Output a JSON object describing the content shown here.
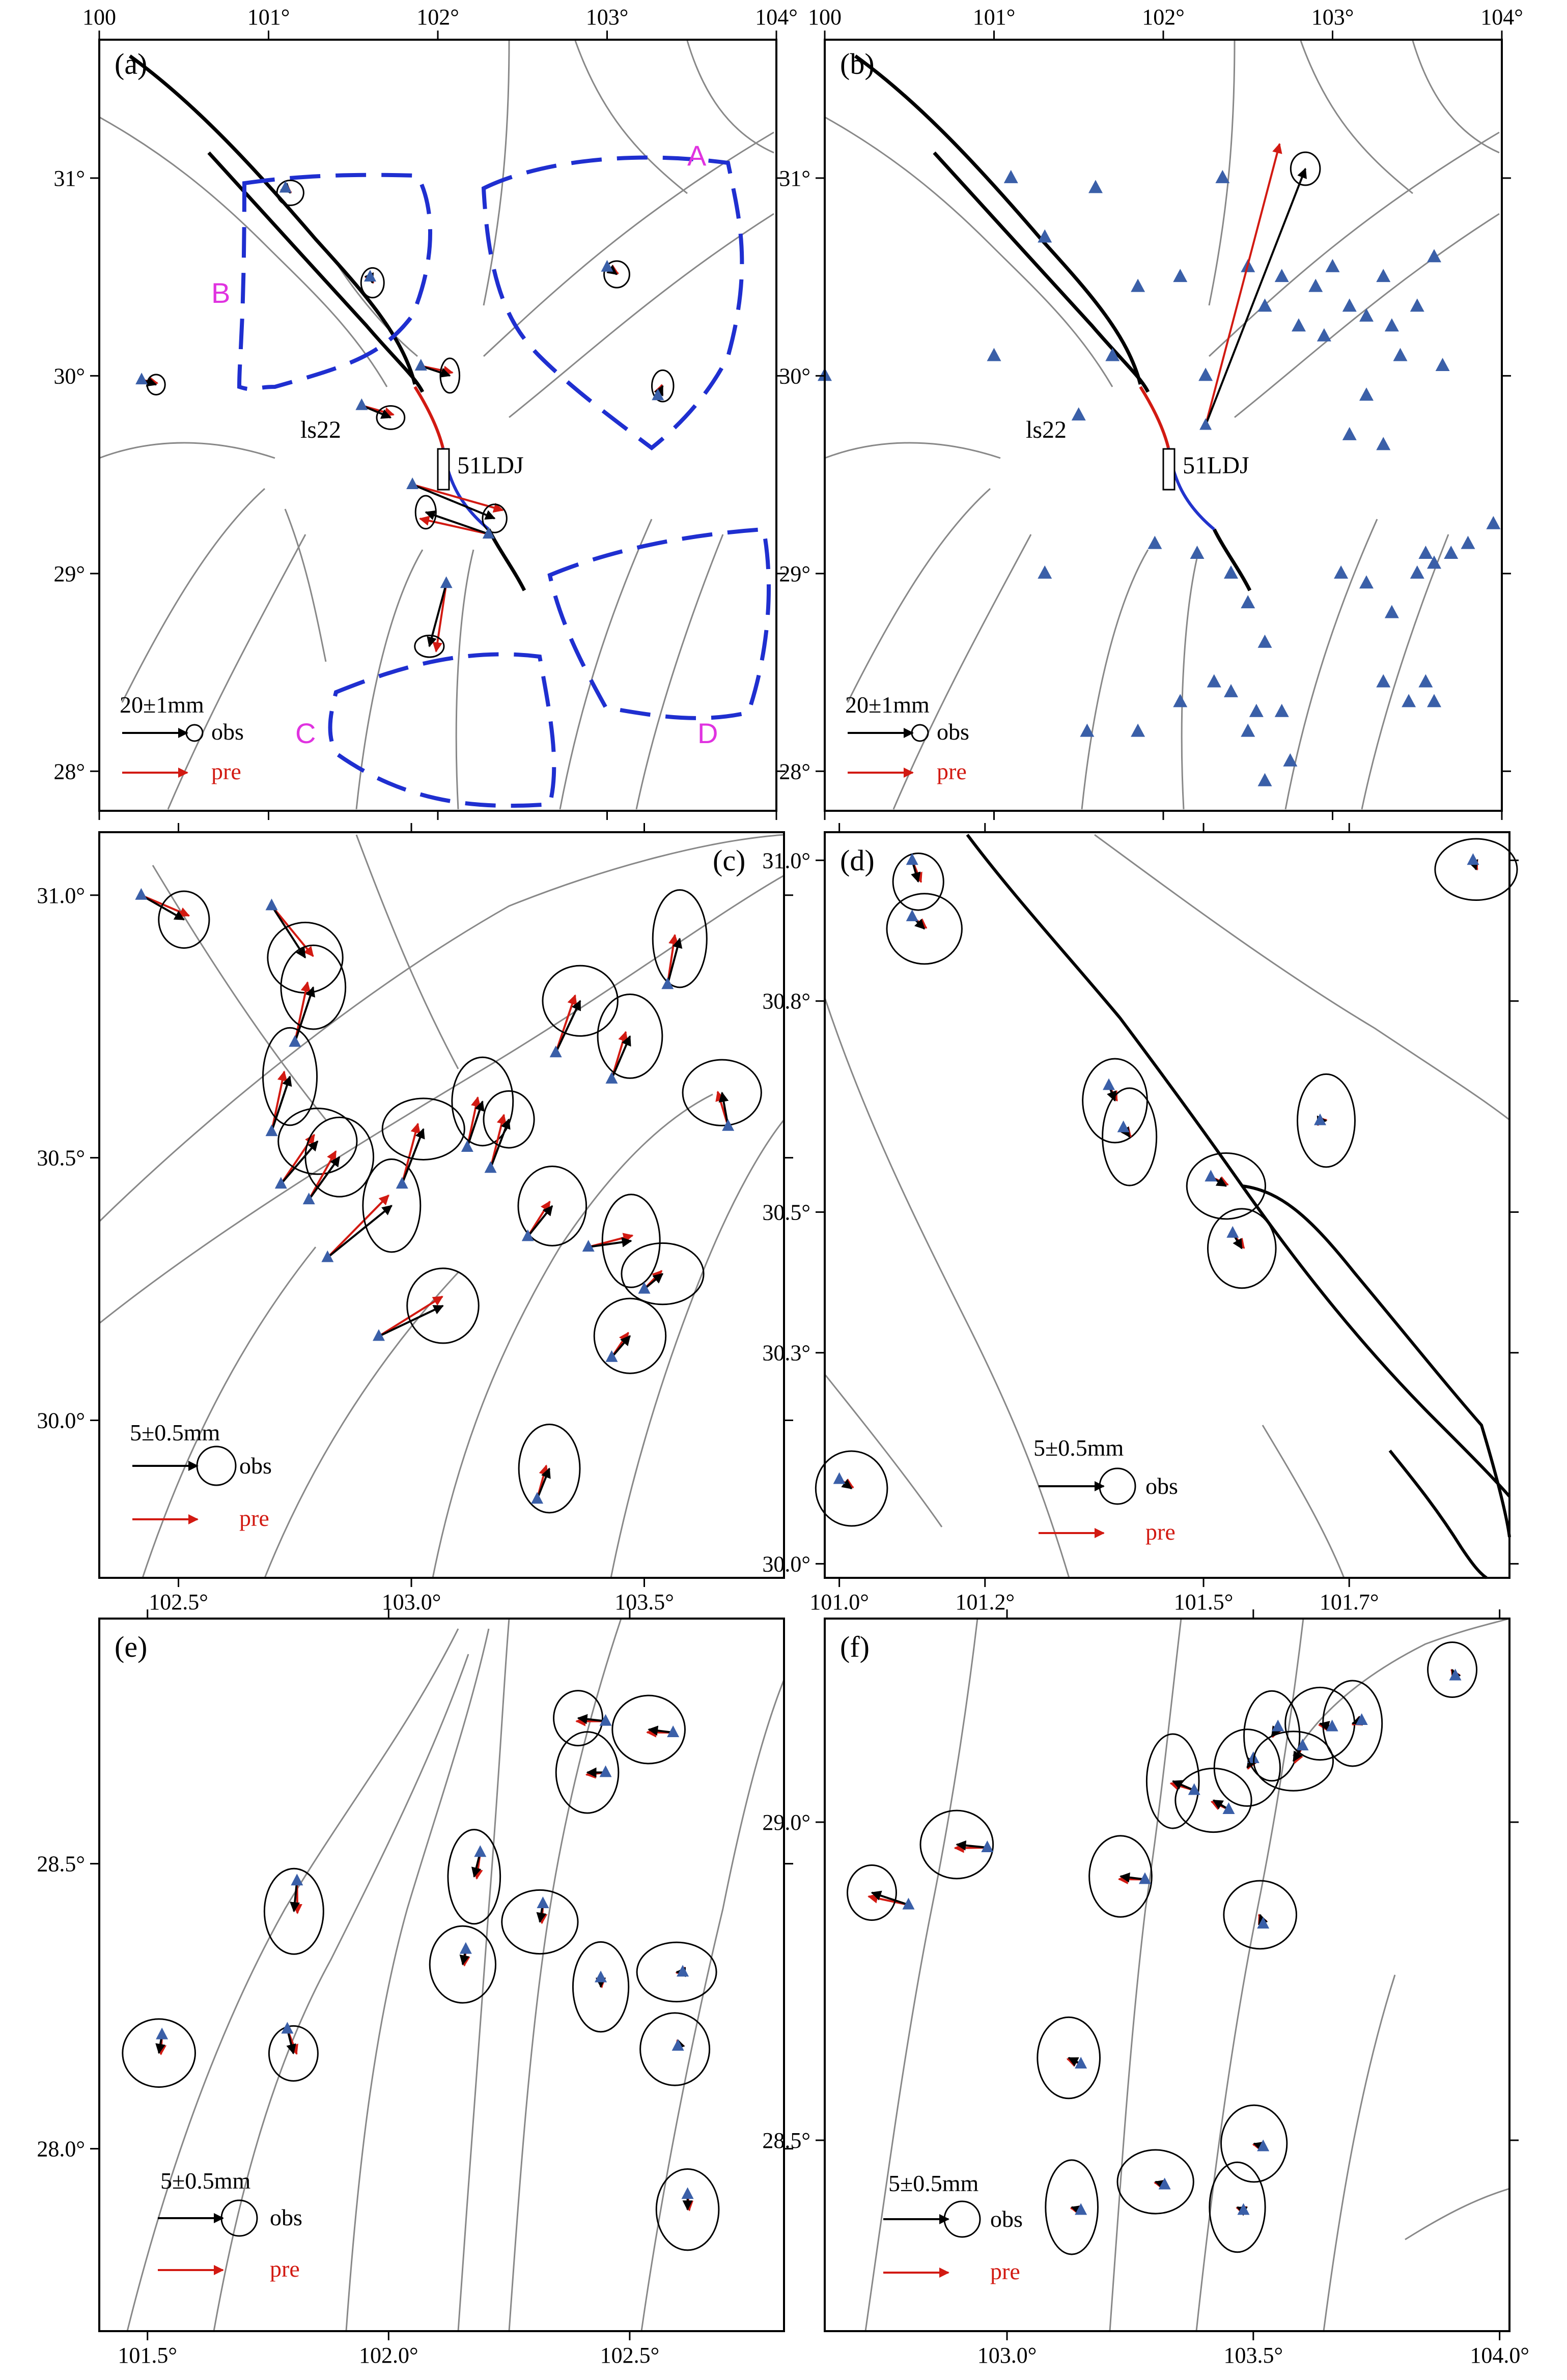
{
  "chart_data": [
    {
      "panel": "(a)",
      "type": "vector-map",
      "xlim": [
        100,
        104
      ],
      "ylim": [
        27.8,
        31.7
      ],
      "xticks": [
        100,
        101,
        102,
        103,
        104
      ],
      "xtick_labels": [
        "100",
        "101°",
        "102°",
        "103°",
        "104°"
      ],
      "yticks": [
        28,
        29,
        30,
        31
      ],
      "ytick_labels": [
        "28°",
        "29°",
        "30°",
        "31°"
      ],
      "region_labels": [
        {
          "text": "A",
          "x": 103.6,
          "y": 31.2
        },
        {
          "text": "B",
          "x": 100.55,
          "y": 30.5
        },
        {
          "text": "C",
          "x": 101.15,
          "y": 28.2
        },
        {
          "text": "D",
          "x": 103.6,
          "y": 28.2
        }
      ],
      "station_labels": [
        {
          "text": "ls22",
          "x": 101.3,
          "y": 29.8
        },
        {
          "text": "51LDJ",
          "x": 102.4,
          "y": 29.6
        }
      ],
      "legend": {
        "scale": "20±1mm",
        "obs": "obs",
        "pre": "pre"
      },
      "vectors": [
        {
          "x": 100.25,
          "y": 29.98,
          "e": 0.3,
          "n": -0.1
        },
        {
          "x": 101.1,
          "y": 30.95,
          "e": 0.1,
          "n": -0.1
        },
        {
          "x": 101.6,
          "y": 30.5,
          "e": 0.05,
          "n": -0.12
        },
        {
          "x": 101.9,
          "y": 30.05,
          "e": 0.6,
          "n": -0.2
        },
        {
          "x": 101.55,
          "y": 29.85,
          "e": 0.6,
          "n": -0.25
        },
        {
          "x": 101.85,
          "y": 29.45,
          "e": 1.7,
          "n": -0.7
        },
        {
          "x": 102.3,
          "y": 29.2,
          "e": -1.3,
          "n": 0.45
        },
        {
          "x": 102.05,
          "y": 28.95,
          "e": -0.35,
          "n": -1.3
        },
        {
          "x": 103.0,
          "y": 30.55,
          "e": 0.2,
          "n": -0.15
        },
        {
          "x": 103.3,
          "y": 29.9,
          "e": 0.1,
          "n": 0.2
        }
      ]
    },
    {
      "panel": "(b)",
      "type": "vector-map",
      "xlim": [
        100,
        104
      ],
      "ylim": [
        27.8,
        31.7
      ],
      "xticks": [
        100,
        101,
        102,
        103,
        104
      ],
      "xtick_labels": [
        "100",
        "101°",
        "102°",
        "103°",
        "104°"
      ],
      "yticks": [
        28,
        29,
        30,
        31
      ],
      "ytick_labels": [
        "28°",
        "29°",
        "30°",
        "31°"
      ],
      "station_labels": [
        {
          "text": "ls22",
          "x": 101.3,
          "y": 29.8
        },
        {
          "text": "51LDJ",
          "x": 102.4,
          "y": 29.6
        }
      ],
      "legend": {
        "scale": "20±1mm",
        "obs": "obs",
        "pre": "pre"
      },
      "vectors": [
        {
          "x": 102.25,
          "y": 29.75,
          "e": 2.8,
          "n": 7.2
        }
      ],
      "stations": [
        [
          100.0,
          30.0
        ],
        [
          101.0,
          30.1
        ],
        [
          101.5,
          29.8
        ],
        [
          101.1,
          31.0
        ],
        [
          101.3,
          30.7
        ],
        [
          101.7,
          30.1
        ],
        [
          101.6,
          30.95
        ],
        [
          101.85,
          30.45
        ],
        [
          102.1,
          30.5
        ],
        [
          102.25,
          30.0
        ],
        [
          102.35,
          31.0
        ],
        [
          102.5,
          30.55
        ],
        [
          102.6,
          30.35
        ],
        [
          102.7,
          30.5
        ],
        [
          102.8,
          30.25
        ],
        [
          102.9,
          30.45
        ],
        [
          102.95,
          30.2
        ],
        [
          103.0,
          30.55
        ],
        [
          103.1,
          30.35
        ],
        [
          103.2,
          30.3
        ],
        [
          103.3,
          30.5
        ],
        [
          103.35,
          30.25
        ],
        [
          103.4,
          30.1
        ],
        [
          103.5,
          30.35
        ],
        [
          103.6,
          30.6
        ],
        [
          103.65,
          30.05
        ],
        [
          103.2,
          29.9
        ],
        [
          103.1,
          29.7
        ],
        [
          103.3,
          29.65
        ],
        [
          102.4,
          29.0
        ],
        [
          102.5,
          28.85
        ],
        [
          102.6,
          28.65
        ],
        [
          102.4,
          28.4
        ],
        [
          102.55,
          28.3
        ],
        [
          102.5,
          28.2
        ],
        [
          102.7,
          28.3
        ],
        [
          102.75,
          28.05
        ],
        [
          102.6,
          27.95
        ],
        [
          101.55,
          28.2
        ],
        [
          101.85,
          28.2
        ],
        [
          102.1,
          28.35
        ],
        [
          102.3,
          28.45
        ],
        [
          101.3,
          29.0
        ],
        [
          101.95,
          29.15
        ],
        [
          102.2,
          29.1
        ],
        [
          103.05,
          29.0
        ],
        [
          103.2,
          28.95
        ],
        [
          103.35,
          28.8
        ],
        [
          103.5,
          29.0
        ],
        [
          103.55,
          29.1
        ],
        [
          103.6,
          29.05
        ],
        [
          103.7,
          29.1
        ],
        [
          103.8,
          29.15
        ],
        [
          103.95,
          29.25
        ],
        [
          103.3,
          28.45
        ],
        [
          103.45,
          28.35
        ],
        [
          103.55,
          28.45
        ],
        [
          103.6,
          28.35
        ]
      ]
    },
    {
      "panel": "(c)",
      "type": "vector-map",
      "xlim": [
        102.33,
        103.8
      ],
      "ylim": [
        29.7,
        31.12
      ],
      "xticks": [
        102.5,
        103.0,
        103.5
      ],
      "xtick_labels": [
        "102.5°",
        "103.0°",
        "103.5°"
      ],
      "yticks": [
        30.0,
        30.5,
        31.0
      ],
      "ytick_labels": [
        "30.0°",
        "30.5°",
        "31.0°"
      ],
      "legend": {
        "scale": "5±0.5mm",
        "obs": "obs",
        "pre": "pre"
      },
      "vectors": [
        {
          "x": 102.42,
          "y": 31.0,
          "e": 0.28,
          "n": -0.16
        },
        {
          "x": 102.7,
          "y": 30.98,
          "e": 0.22,
          "n": -0.34
        },
        {
          "x": 102.75,
          "y": 30.72,
          "e": 0.12,
          "n": 0.36
        },
        {
          "x": 102.7,
          "y": 30.55,
          "e": 0.12,
          "n": 0.36
        },
        {
          "x": 102.72,
          "y": 30.45,
          "e": 0.24,
          "n": 0.28
        },
        {
          "x": 102.78,
          "y": 30.42,
          "e": 0.2,
          "n": 0.28
        },
        {
          "x": 102.82,
          "y": 30.31,
          "e": 0.42,
          "n": 0.34
        },
        {
          "x": 102.98,
          "y": 30.45,
          "e": 0.14,
          "n": 0.36
        },
        {
          "x": 102.93,
          "y": 30.16,
          "e": 0.42,
          "n": 0.2
        },
        {
          "x": 103.12,
          "y": 30.52,
          "e": 0.1,
          "n": 0.3
        },
        {
          "x": 103.17,
          "y": 30.48,
          "e": 0.12,
          "n": 0.32
        },
        {
          "x": 103.31,
          "y": 30.7,
          "e": 0.16,
          "n": 0.34
        },
        {
          "x": 103.43,
          "y": 30.65,
          "e": 0.12,
          "n": 0.28
        },
        {
          "x": 103.55,
          "y": 30.83,
          "e": 0.08,
          "n": 0.3
        },
        {
          "x": 103.68,
          "y": 30.56,
          "e": -0.04,
          "n": 0.22
        },
        {
          "x": 103.25,
          "y": 30.35,
          "e": 0.16,
          "n": 0.2
        },
        {
          "x": 103.38,
          "y": 30.33,
          "e": 0.28,
          "n": 0.04
        },
        {
          "x": 103.5,
          "y": 30.25,
          "e": 0.12,
          "n": 0.1
        },
        {
          "x": 103.43,
          "y": 30.12,
          "e": 0.12,
          "n": 0.14
        },
        {
          "x": 103.27,
          "y": 29.85,
          "e": 0.08,
          "n": 0.2
        }
      ]
    },
    {
      "panel": "(d)",
      "type": "vector-map",
      "xlim": [
        100.98,
        101.92
      ],
      "ylim": [
        29.98,
        31.04
      ],
      "xticks": [
        101.0,
        101.2,
        101.5,
        101.7
      ],
      "xtick_labels": [
        "101.0°",
        "101.2°",
        "101.5°",
        "101.7°"
      ],
      "yticks": [
        30.0,
        30.3,
        30.5,
        30.8,
        31.0
      ],
      "ytick_labels": [
        "30.0°",
        "30.3°",
        "30.5°",
        "30.8°",
        "31.0°"
      ],
      "legend": {
        "scale": "5±0.5mm",
        "obs": "obs",
        "pre": "pre"
      },
      "vectors": [
        {
          "x": 101.1,
          "y": 31.0,
          "e": 0.04,
          "n": -0.14
        },
        {
          "x": 101.1,
          "y": 30.92,
          "e": 0.08,
          "n": -0.08
        },
        {
          "x": 101.37,
          "y": 30.68,
          "e": 0.04,
          "n": -0.1
        },
        {
          "x": 101.39,
          "y": 30.62,
          "e": 0.04,
          "n": -0.06
        },
        {
          "x": 101.51,
          "y": 30.55,
          "e": 0.1,
          "n": -0.06
        },
        {
          "x": 101.54,
          "y": 30.47,
          "e": 0.06,
          "n": -0.1
        },
        {
          "x": 101.66,
          "y": 30.63,
          "e": 0.04,
          "n": 0
        },
        {
          "x": 101.87,
          "y": 31.0,
          "e": 0.02,
          "n": -0.06
        },
        {
          "x": 101.0,
          "y": 30.12,
          "e": 0.08,
          "n": -0.06
        }
      ]
    },
    {
      "panel": "(e)",
      "type": "vector-map",
      "xlim": [
        101.4,
        102.82
      ],
      "ylim": [
        27.68,
        28.93
      ],
      "xticks": [
        101.5,
        102.0,
        102.5
      ],
      "xtick_labels": [
        "101.5°",
        "102.0°",
        "102.5°"
      ],
      "yticks": [
        28.0,
        28.5
      ],
      "ytick_labels": [
        "28.0°",
        "28.5°"
      ],
      "legend": {
        "scale": "5±0.5mm",
        "obs": "obs",
        "pre": "pre"
      },
      "vectors": [
        {
          "x": 102.45,
          "y": 28.75,
          "e": -0.18,
          "n": 0.02
        },
        {
          "x": 102.59,
          "y": 28.73,
          "e": -0.16,
          "n": 0.02
        },
        {
          "x": 102.45,
          "y": 28.66,
          "e": -0.12,
          "n": 0
        },
        {
          "x": 102.19,
          "y": 28.52,
          "e": -0.04,
          "n": -0.16
        },
        {
          "x": 102.32,
          "y": 28.43,
          "e": -0.02,
          "n": -0.12
        },
        {
          "x": 102.16,
          "y": 28.35,
          "e": -0.02,
          "n": -0.1
        },
        {
          "x": 102.44,
          "y": 28.3,
          "e": 0,
          "n": -0.06
        },
        {
          "x": 102.61,
          "y": 28.31,
          "e": -0.04,
          "n": 0
        },
        {
          "x": 102.6,
          "y": 28.18,
          "e": -0.02,
          "n": -0.02
        },
        {
          "x": 101.81,
          "y": 28.47,
          "e": -0.02,
          "n": -0.2
        },
        {
          "x": 101.79,
          "y": 28.21,
          "e": 0.04,
          "n": -0.16
        },
        {
          "x": 101.53,
          "y": 28.2,
          "e": -0.02,
          "n": -0.12
        },
        {
          "x": 102.62,
          "y": 27.92,
          "e": 0,
          "n": -0.1
        }
      ]
    },
    {
      "panel": "(f)",
      "type": "vector-map",
      "xlim": [
        102.63,
        104.02
      ],
      "ylim": [
        28.2,
        29.32
      ],
      "xticks": [
        103.0,
        103.5,
        104.0
      ],
      "xtick_labels": [
        "103.0°",
        "103.5°",
        "104.0°"
      ],
      "yticks": [
        28.5,
        29.0
      ],
      "ytick_labels": [
        "28.5°",
        "29.0°"
      ],
      "legend": {
        "scale": "5±0.5mm",
        "obs": "obs",
        "pre": "pre"
      },
      "vectors": [
        {
          "x": 102.8,
          "y": 28.87,
          "e": -0.24,
          "n": 0.08
        },
        {
          "x": 102.96,
          "y": 28.96,
          "e": -0.2,
          "n": 0.02
        },
        {
          "x": 103.28,
          "y": 28.91,
          "e": -0.16,
          "n": 0.02
        },
        {
          "x": 103.38,
          "y": 29.05,
          "e": -0.14,
          "n": 0.06
        },
        {
          "x": 103.45,
          "y": 29.02,
          "e": -0.1,
          "n": 0.06
        },
        {
          "x": 103.5,
          "y": 29.1,
          "e": -0.04,
          "n": -0.06
        },
        {
          "x": 103.55,
          "y": 29.15,
          "e": -0.04,
          "n": -0.06
        },
        {
          "x": 103.6,
          "y": 29.12,
          "e": -0.06,
          "n": -0.1
        },
        {
          "x": 103.66,
          "y": 29.15,
          "e": -0.08,
          "n": 0.02
        },
        {
          "x": 103.72,
          "y": 29.16,
          "e": -0.06,
          "n": -0.02
        },
        {
          "x": 103.91,
          "y": 29.23,
          "e": -0.02,
          "n": 0.04
        },
        {
          "x": 103.52,
          "y": 28.84,
          "e": -0.02,
          "n": 0.06
        },
        {
          "x": 103.15,
          "y": 28.62,
          "e": -0.08,
          "n": 0.04
        },
        {
          "x": 103.15,
          "y": 28.39,
          "e": -0.06,
          "n": 0.02
        },
        {
          "x": 103.32,
          "y": 28.43,
          "e": -0.06,
          "n": 0.02
        },
        {
          "x": 103.52,
          "y": 28.49,
          "e": -0.06,
          "n": 0.02
        },
        {
          "x": 103.48,
          "y": 28.39,
          "e": -0.04,
          "n": 0.02
        }
      ]
    }
  ]
}
